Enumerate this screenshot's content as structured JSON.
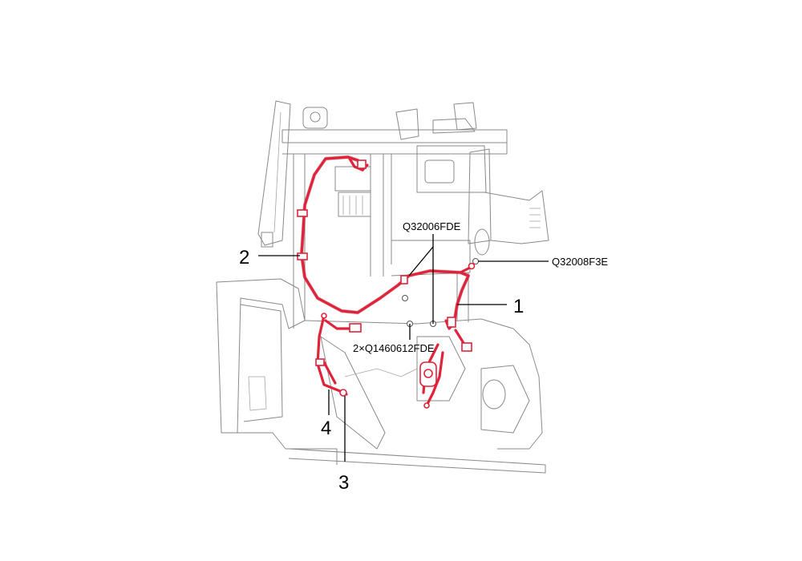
{
  "callouts": {
    "c1": "1",
    "c2": "2",
    "c3": "3",
    "c4": "4"
  },
  "part_codes": {
    "p_q32006": "Q32006FDE",
    "p_q32008": "Q32008F3E",
    "p_q1460": "2×Q1460612FDE"
  },
  "colors": {
    "harness": "#e0233a",
    "outline": "#8a8a8a",
    "text": "#000000"
  }
}
